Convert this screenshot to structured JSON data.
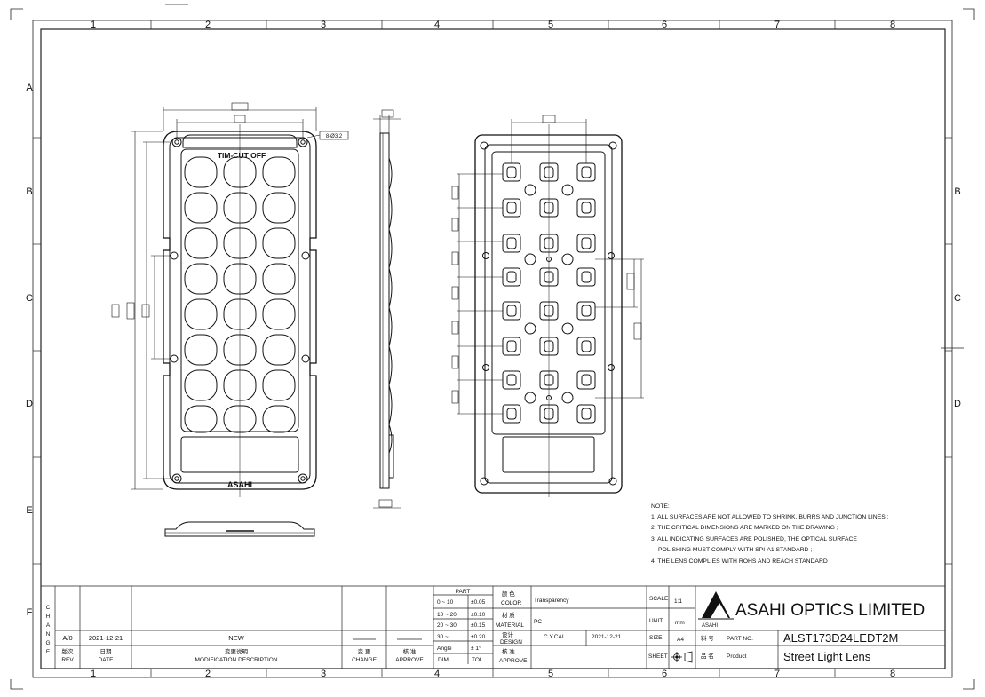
{
  "grid": {
    "columns": [
      "1",
      "2",
      "3",
      "4",
      "5",
      "6",
      "7",
      "8"
    ],
    "rows": [
      "A",
      "B",
      "C",
      "D",
      "E",
      "F"
    ]
  },
  "drawing": {
    "front_label_top": "TIM-CUT OFF",
    "front_label_bottom": "ASAHI",
    "hole_callout": "8-Ø3.2"
  },
  "notes": {
    "heading": "NOTE:",
    "lines": [
      "1. ALL SURFACES ARE NOT ALLOWED TO SHRINK, BURRS AND JUNCTION LINES ;",
      "2. THE CRITICAL DIMENSIONS ARE MARKED ON THE DRAWING ;",
      "3. ALL INDICATING SURFACES ARE POLISHED, THE OPTICAL SURFACE",
      "POLISHING MUST COMPLY WITH SPI-A1 STANDARD ;",
      "4. THE LENS COMPLIES WITH ROHS AND REACH STANDARD ."
    ]
  },
  "title_block": {
    "change_vertical": [
      "C",
      "H",
      "A",
      "N",
      "G",
      "E"
    ],
    "revision": {
      "rev": "A/0",
      "date": "2021-12-21",
      "description": "NEW"
    },
    "headers": {
      "rev_cn": "版次",
      "rev_en": "REV",
      "date_cn": "日期",
      "date_en": "DATE",
      "desc_cn": "变更说明",
      "desc_en": "MODIFICATION DESCRIPTION",
      "change_cn": "变 更",
      "change_en": "CHANGE",
      "approve_cn": "核 准",
      "approve_en": "APPROVE"
    },
    "tolerance": {
      "part_label": "PART",
      "rows": [
        {
          "range": "0 ~ 10",
          "tol": "±0.05"
        },
        {
          "range": "10 ~ 20",
          "tol": "±0.10"
        },
        {
          "range": "20 ~ 30",
          "tol": "±0.15"
        },
        {
          "range": "30 ~",
          "tol": "±0.20"
        },
        {
          "range": "Angle",
          "tol": "± 1°"
        }
      ],
      "dim_label": "DIM",
      "tol_label": "TOL"
    },
    "props": {
      "color_cn": "颜 色",
      "color_en": "COLOR",
      "color_value": "Transparency",
      "material_cn": "材 质",
      "material_en": "MATERIAL",
      "material_value": "PC",
      "design_cn": "设计",
      "design_en": "DESIGN",
      "designer": "C.Y.CAI",
      "design_date": "2021-12-21",
      "approve_cn": "核 准",
      "approve_en": "APPROVE"
    },
    "sheet_info": {
      "scale_label": "SCALE",
      "scale_value": "1:1",
      "unit_label": "UNIT",
      "unit_value": "mm",
      "size_label": "SIZE",
      "size_value": "A4",
      "sheet_label": "SHEET"
    },
    "company": {
      "name": "ASAHI OPTICS LIMITED",
      "logo_text": "ASAHI",
      "part_no_cn": "料 号",
      "part_no_en": "PART NO.",
      "part_no_value": "ALST173D24LEDT2M",
      "product_cn": "品 名",
      "product_en": "Product",
      "product_value": "Street Light Lens"
    }
  }
}
